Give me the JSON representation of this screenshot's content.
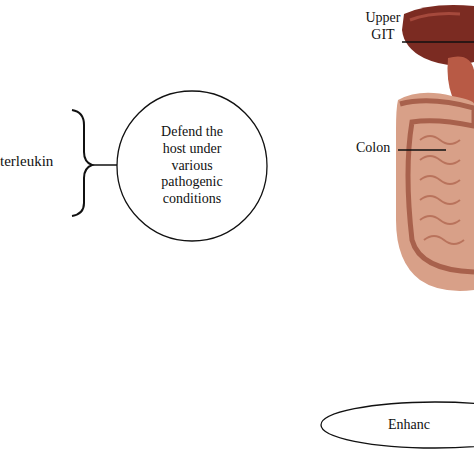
{
  "diagram": {
    "nodes": [
      {
        "text": [
          "Defend the host under various pathogenic conditions"
        ]
      },
      {
        "text": [
          "Enhanc"
        ]
      }
    ],
    "labels": [
      "terleukin",
      "Upper GIT",
      "Colon"
    ]
  }
}
